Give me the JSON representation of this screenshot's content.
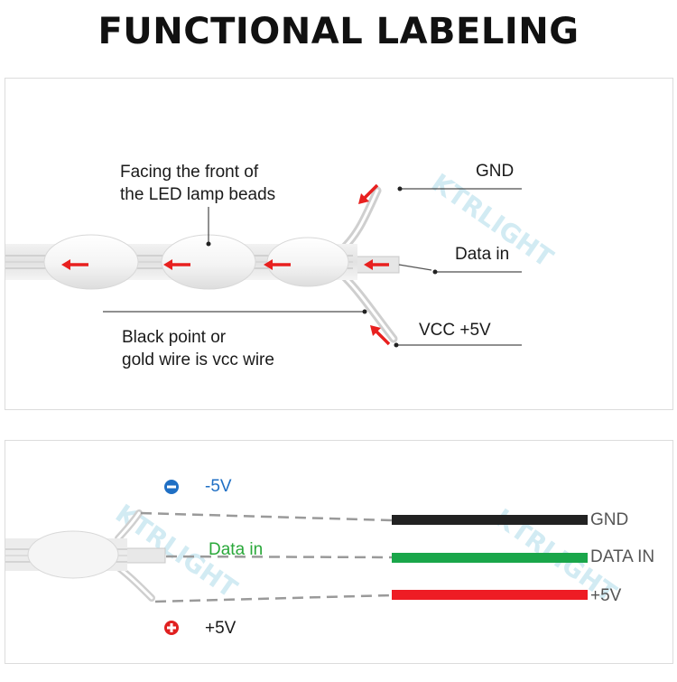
{
  "title": "FUNCTIONAL LABELING",
  "panel1": {
    "facing_line1": "Facing the front of",
    "facing_line2": "the LED lamp beads",
    "gnd": "GND",
    "data_in": "Data in",
    "vcc": "VCC +5V",
    "black_line1": "Black point or",
    "black_line2": "gold wire is vcc wire"
  },
  "panel2": {
    "neg_label": "-5V",
    "data_label": "Data in",
    "pos_label": "+5V",
    "wire_gnd": "GND",
    "wire_data": "DATA IN",
    "wire_pos": "+5V",
    "watermark": "KTRLIGHT"
  },
  "colors": {
    "arrow": "#e8201f",
    "gnd_wire": "#222222",
    "data_wire": "#1aa64a",
    "pos_wire": "#ee1c24",
    "neg_text": "#1f6fc4",
    "data_text": "#2aa83a",
    "pos_text": "#e02020"
  }
}
